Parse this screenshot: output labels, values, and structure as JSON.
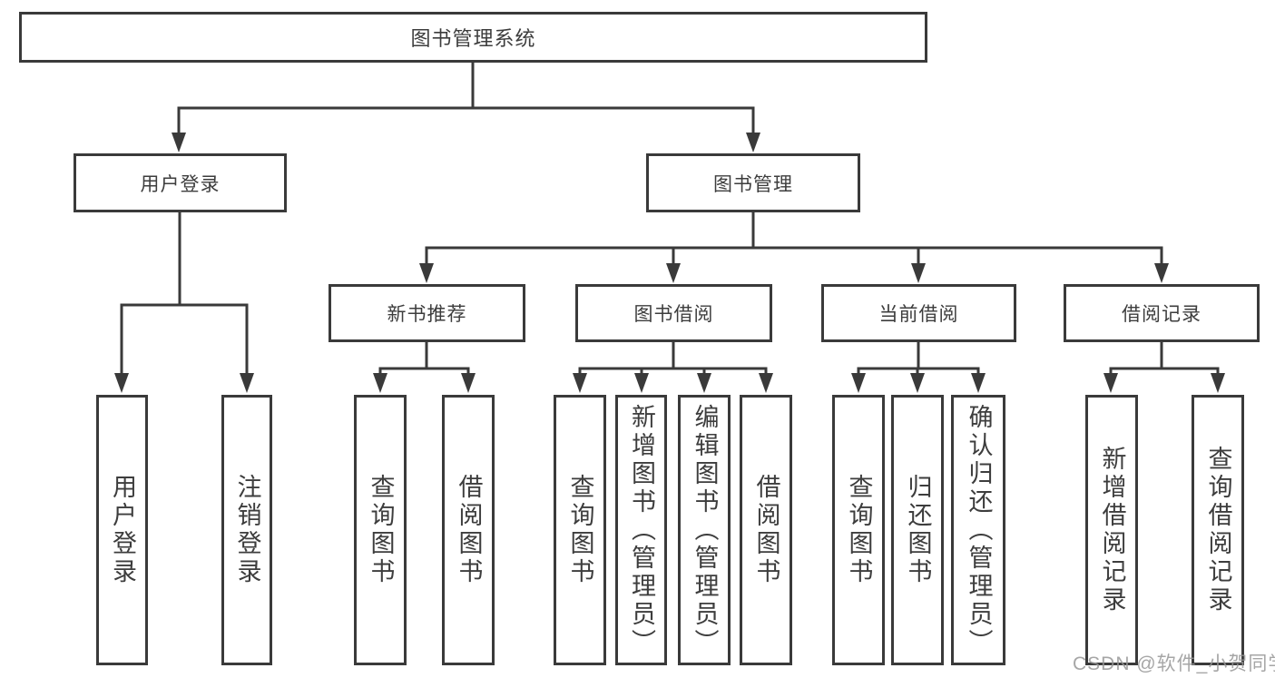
{
  "diagram": {
    "watermark": "CSDN @软件_小贺同学",
    "colors": {
      "border": "#3a3a3a",
      "line": "#3a3a3a",
      "text": "#3d3d3d",
      "watermark": "#969696",
      "background": "#ffffff"
    },
    "tree": {
      "root": {
        "label": "图书管理系统"
      },
      "level2": [
        {
          "label": "用户登录"
        },
        {
          "label": "图书管理"
        }
      ],
      "level3": [
        {
          "label": "新书推荐"
        },
        {
          "label": "图书借阅"
        },
        {
          "label": "当前借阅"
        },
        {
          "label": "借阅记录"
        }
      ],
      "leaves": [
        {
          "label": "用户登录"
        },
        {
          "label": "注销登录"
        },
        {
          "label": "查询图书"
        },
        {
          "label": "借阅图书"
        },
        {
          "label": "查询图书"
        },
        {
          "label": "新增图书（管理员）"
        },
        {
          "label": "编辑图书（管理员）"
        },
        {
          "label": "借阅图书"
        },
        {
          "label": "查询图书"
        },
        {
          "label": "归还图书"
        },
        {
          "label": "确认归还（管理员）"
        },
        {
          "label": "新增借阅记录"
        },
        {
          "label": "查询借阅记录"
        }
      ]
    }
  }
}
